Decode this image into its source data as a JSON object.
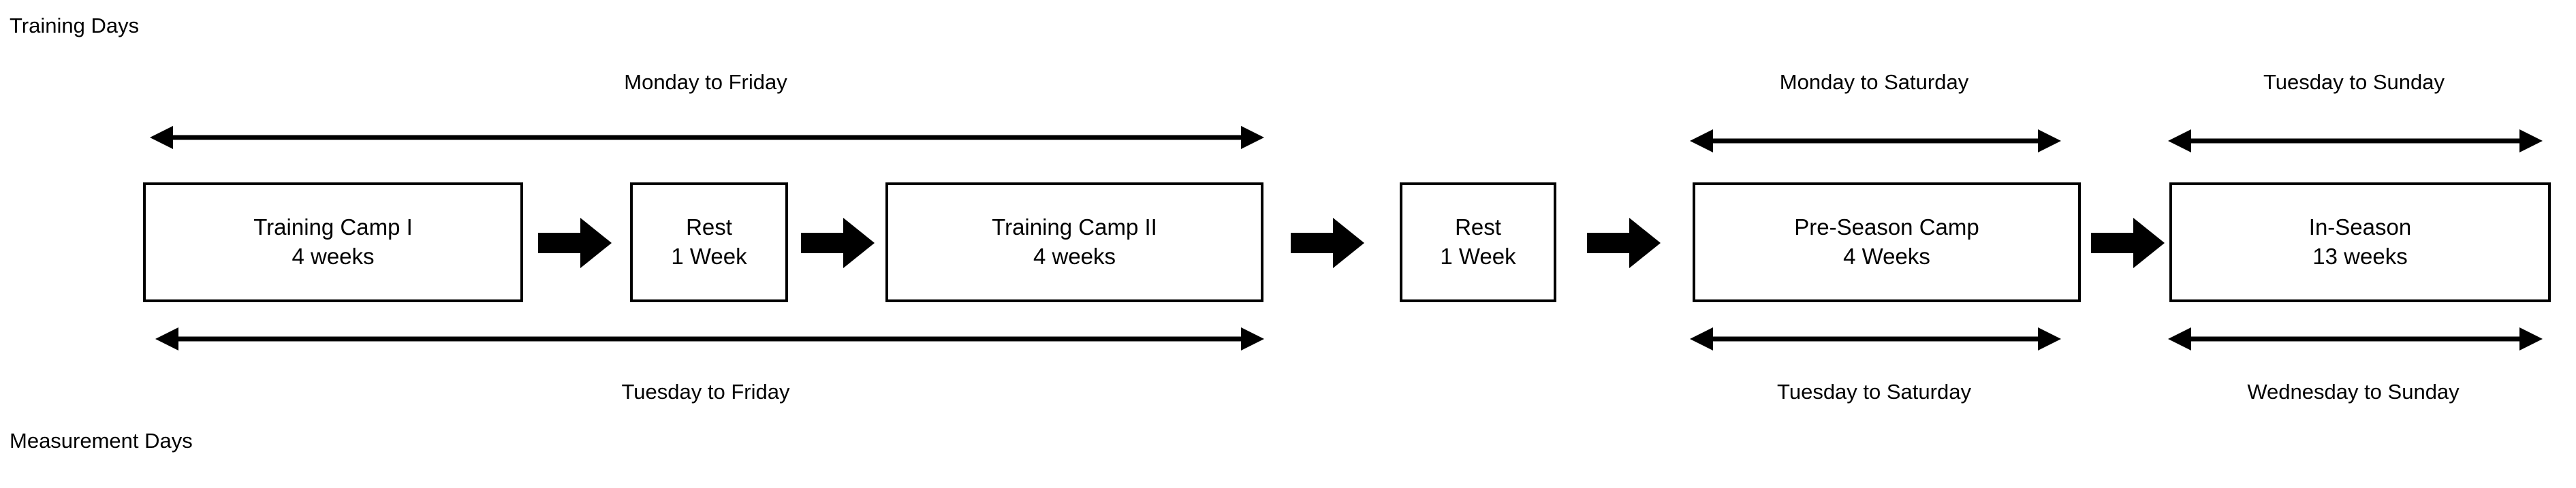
{
  "diagram": {
    "title_top_left": "Training Days",
    "title_bottom_left": "Measurement Days",
    "stroke_color": "#000000",
    "background_color": "#ffffff"
  },
  "phases": [
    {
      "id": "training-camp-1",
      "line1": "Training Camp I",
      "line2": "4 weeks"
    },
    {
      "id": "rest-1",
      "line1": "Rest",
      "line2": "1 Week"
    },
    {
      "id": "training-camp-2",
      "line1": "Training Camp II",
      "line2": "4 weeks"
    },
    {
      "id": "rest-2",
      "line1": "Rest",
      "line2": "1 Week"
    },
    {
      "id": "pre-season-camp",
      "line1": "Pre-Season Camp",
      "line2": "4 Weeks"
    },
    {
      "id": "in-season",
      "line1": "In-Season",
      "line2": "13 weeks"
    }
  ],
  "training_day_spans": [
    {
      "id": "span-training-top",
      "label": "Monday to Friday"
    },
    {
      "id": "span-preseason-top",
      "label": "Monday to Saturday"
    },
    {
      "id": "span-inseason-top",
      "label": "Tuesday to Sunday"
    }
  ],
  "measurement_day_spans": [
    {
      "id": "span-training-bottom",
      "label": "Tuesday to Friday"
    },
    {
      "id": "span-preseason-bottom",
      "label": "Tuesday to Saturday"
    },
    {
      "id": "span-inseason-bottom",
      "label": "Wednesday to Sunday"
    }
  ],
  "flow_connectors": [
    {
      "id": "arrow-camp1-to-rest1",
      "direction": "right"
    },
    {
      "id": "arrow-rest1-to-camp2",
      "direction": "right"
    },
    {
      "id": "arrow-camp2-to-rest2",
      "direction": "right"
    },
    {
      "id": "arrow-rest2-to-preseason",
      "direction": "right"
    },
    {
      "id": "arrow-preseason-to-inseason",
      "direction": "right"
    }
  ]
}
